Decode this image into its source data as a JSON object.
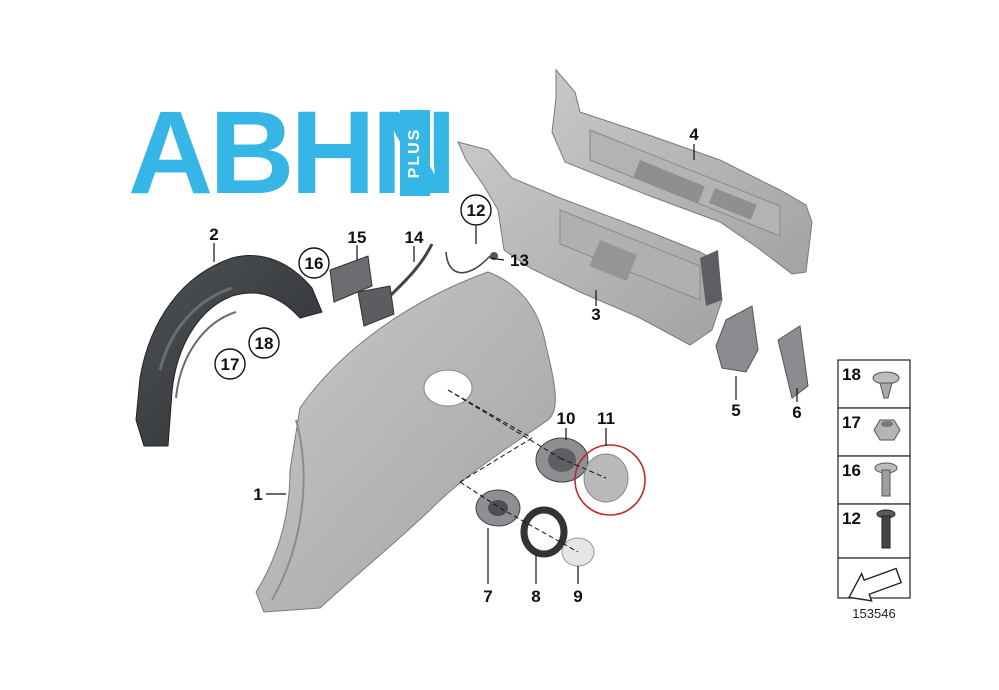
{
  "logo": {
    "text": "ABHN",
    "subtext": "PLUS",
    "color": "#35b6e6"
  },
  "parts": {
    "p1": "1",
    "p2": "2",
    "p3": "3",
    "p4": "4",
    "p5": "5",
    "p6": "6",
    "p7": "7",
    "p8": "8",
    "p9": "9",
    "p10": "10",
    "p11": "11",
    "p12": "12",
    "p13": "13",
    "p14": "14",
    "p15": "15",
    "p16": "16",
    "p17": "17",
    "p18": "18"
  },
  "legend": {
    "items": [
      "18",
      "17",
      "16",
      "12"
    ],
    "diagram_number": "153546"
  },
  "highlight_color": "#c0282d"
}
